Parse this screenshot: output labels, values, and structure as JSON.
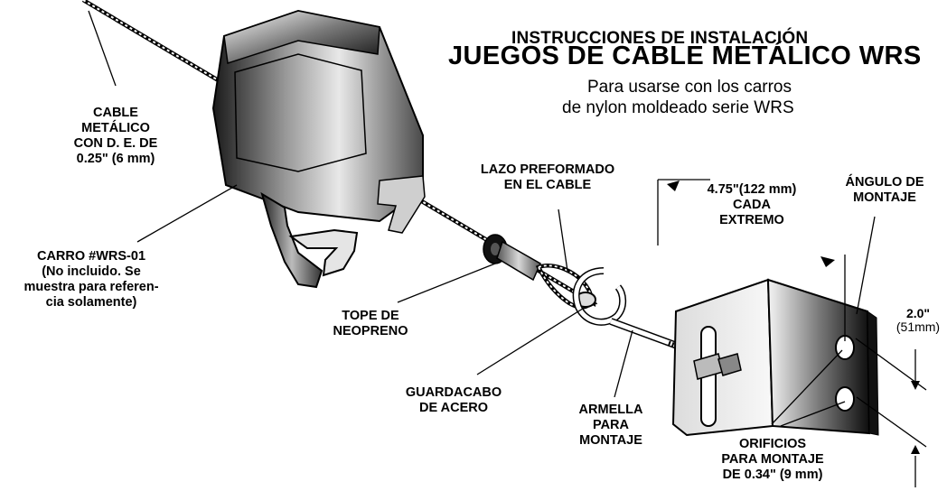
{
  "header": {
    "line1": "INSTRUCCIONES DE INSTALACIÓN",
    "line2": "JUEGOS DE CABLE METÁLICO WRS",
    "sub1": "Para usarse con los carros",
    "sub2": "de nylon moldeado serie WRS"
  },
  "labels": {
    "cable": [
      "CABLE",
      "METÁLICO",
      "CON D. E. DE",
      "0.25\" (6 mm)"
    ],
    "carro": [
      "CARRO #WRS-01",
      "(No incluido. Se",
      "muestra para referen-",
      "cia solamente)"
    ],
    "tope": [
      "TOPE DE",
      "NEOPRENO"
    ],
    "lazo": [
      "LAZO PREFORMADO",
      "EN EL CABLE"
    ],
    "distancia": [
      "4.75\"(122 mm)",
      "CADA",
      "EXTREMO"
    ],
    "angulo": [
      "ÁNGULO DE",
      "MONTAJE"
    ],
    "guardacabo": [
      "GUARDACABO",
      "DE ACERO"
    ],
    "armella": [
      "ARMELLA",
      "PARA",
      "MONTAJE"
    ],
    "orificios": [
      "ORIFICIOS",
      "PARA MONTAJE",
      "DE 0.34\" (9 mm)"
    ],
    "dim_height": {
      "value": "2.0\"",
      "metric": "(51mm)"
    }
  }
}
